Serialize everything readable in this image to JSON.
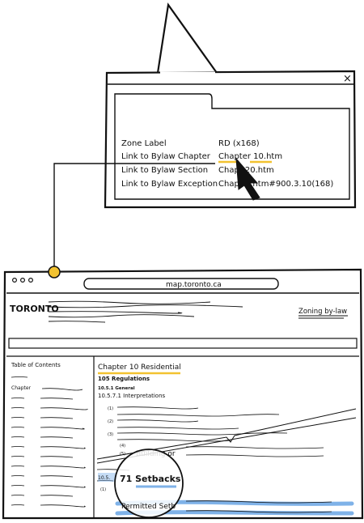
{
  "popup": {
    "close_glyph": "×",
    "rows": [
      {
        "label": "Zone Label",
        "value": "RD (x168)"
      },
      {
        "label": "Link to Bylaw Chapter",
        "value": "Chapter 10.htm"
      },
      {
        "label": "Link to Bylaw Section",
        "value": "Chapt        20.htm"
      },
      {
        "label": "Link to Bylaw Exception",
        "value": "Chapt        3.htm#900.3.10(168)"
      }
    ],
    "cursor_icon": "pointer-arrow-icon"
  },
  "browser": {
    "url": "map.toronto.ca",
    "logo_text": "TORONTO",
    "zoning_link": "Zoning by-law"
  },
  "toc": {
    "title": "Table of Contents",
    "first_item": "Chapter"
  },
  "content": {
    "chapter_title": "Chapter 10 Residential",
    "section_105": "105 Regulations",
    "sub_1051": "10.5.1 General",
    "sub_10571": "10.5.7.1 Interpretations",
    "items": [
      "(1)",
      "(2)",
      "(3)",
      "(4)",
      "(5)"
    ],
    "building_fragment": "Building or",
    "setbacks_num": "10.5.",
    "setbacks_label": "71 Setbacks",
    "setbacks_sub": "(1)",
    "permitted_label": "Permitted Setb"
  },
  "colors": {
    "highlight_yellow": "#f2c230",
    "highlight_blue": "#7fb2e8",
    "connector_dot": "#f2c230"
  }
}
